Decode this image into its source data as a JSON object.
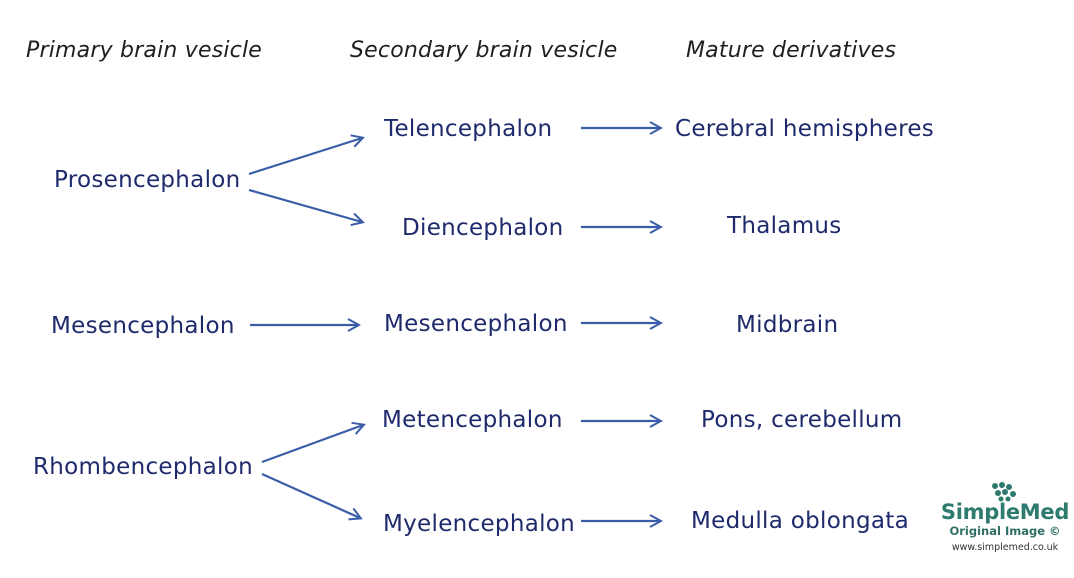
{
  "headers": {
    "primary": "Primary brain vesicle",
    "secondary": "Secondary brain vesicle",
    "mature": "Mature derivatives"
  },
  "primary": {
    "prosencephalon": "Prosencephalon",
    "mesencephalon": "Mesencephalon",
    "rhombencephalon": "Rhombencephalon"
  },
  "secondary": {
    "telencephalon": "Telencephalon",
    "diencephalon": "Diencephalon",
    "mesencephalon": "Mesencephalon",
    "metencephalon": "Metencephalon",
    "myelencephalon": "Myelencephalon"
  },
  "mature": {
    "cerebral_hemispheres": "Cerebral hemispheres",
    "thalamus": "Thalamus",
    "midbrain": "Midbrain",
    "pons_cerebellum": "Pons, cerebellum",
    "medulla_oblongata": "Medulla oblongata"
  },
  "watermark": {
    "brand": "SimpleMed",
    "tagline": "Original Image ©",
    "site": "www.simplemed.co.uk"
  },
  "colors": {
    "ink": "#1e2a6b",
    "arrow": "#3a5da8",
    "brand": "#2f7a6f"
  }
}
